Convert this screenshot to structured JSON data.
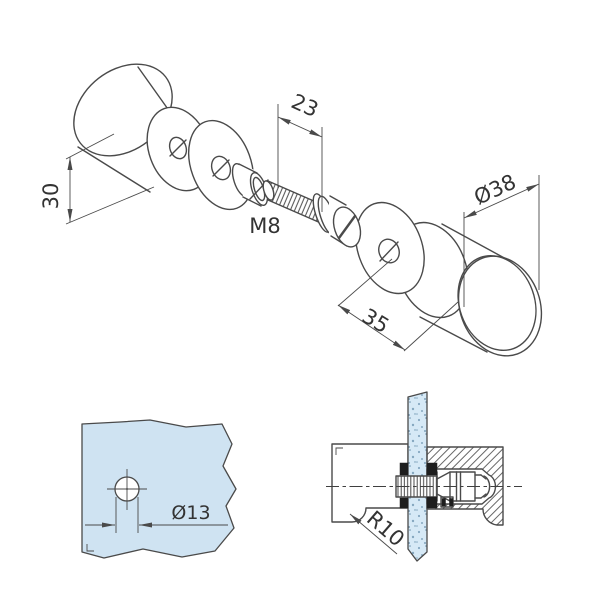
{
  "drawing": {
    "labels": {
      "dim_30": "30",
      "dim_23": "23",
      "thread": "M8",
      "dim_d38": "Ø38",
      "dim_35": "35",
      "dim_d13": "Ø13",
      "dim_r10": "R10"
    },
    "colors": {
      "line": "#4a4a4a",
      "text": "#333333",
      "glass_panel": "#cfe3f2",
      "glass_section": "#d6e9f6",
      "speckle": "#85a7c0",
      "gasket_black": "#1e1e1e",
      "background": "#ffffff"
    }
  }
}
